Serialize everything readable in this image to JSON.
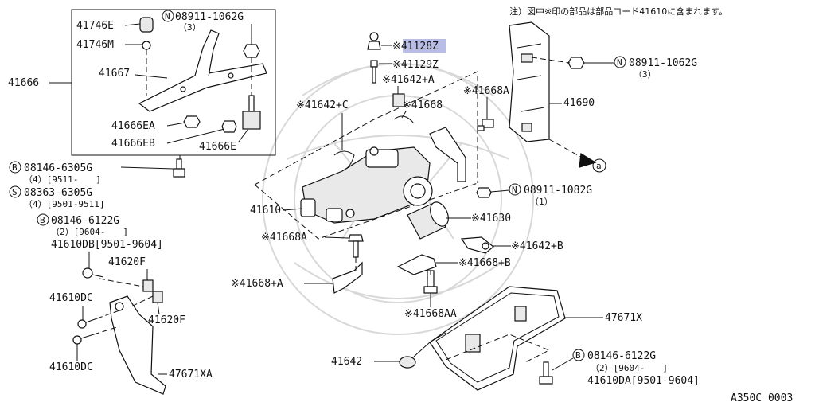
{
  "note": "注）図中※印の部品は部品コード41610に含まれます。",
  "diagram_code": "A350C 0003",
  "circle_marks": {
    "n": "N",
    "b": "B",
    "s": "S",
    "a": "a"
  },
  "labels": {
    "p41746E": "41746E",
    "p41746M": "41746M",
    "n08911_1062G_top": "08911-1062G",
    "q3_top": "（3）",
    "p41666": "41666",
    "p41667": "41667",
    "p41666EA": "41666EA",
    "p41666EB": "41666EB",
    "p41666E": "41666E",
    "b08146_6305G": "08146-6305G",
    "b08146_6305G_sub": "（4）[9511-　　]",
    "s08363_6305G": "08363-6305G",
    "s08363_6305G_sub": "（4）[9501-9511]",
    "b08146_6122G_left": "08146-6122G",
    "b08146_6122G_left_sub": "（2）[9604-　　]",
    "p41610DB": "41610DB[9501-9604]",
    "p41620F_top": "41620F",
    "p41610DC_top": "41610DC",
    "p41620F_bottom": "41620F",
    "p41610DC_bottom": "41610DC",
    "p47671XA": "47671XA",
    "p41128Z": "※41128Z",
    "p41129Z": "※41129Z",
    "p41642A": "※41642+A",
    "p41642C": "※41642+C",
    "p41668": "※41668",
    "p41668A_right": "※41668A",
    "p41610": "41610",
    "p41630": "※41630",
    "p41642B": "※41642+B",
    "p41668A_mid": "※41668A",
    "p41668B": "※41668+B",
    "p41668Aplus": "※41668+A",
    "p41668AA": "※41668AA",
    "p41642": "41642",
    "p47671X": "47671X",
    "n08911_1062G_right": "08911-1062G",
    "q3_right": "（3）",
    "p41690": "41690",
    "n08911_1082G": "08911-1082G",
    "q1": "（1）",
    "b08146_6122G_right": "08146-6122G",
    "b08146_6122G_right_sub": "（2）[9604-　　]",
    "p41610DA": "41610DA[9501-9604]"
  },
  "highlighted_part": "※41128Z"
}
